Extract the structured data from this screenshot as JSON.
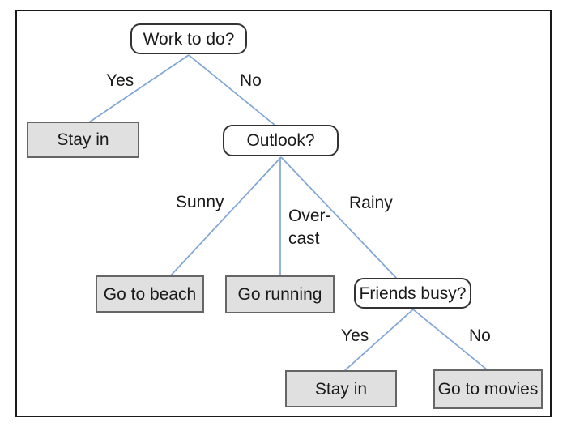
{
  "colors": {
    "edge": "#7fa5d6",
    "leaf_fill": "#e0e0e0",
    "leaf_border": "#666666",
    "decision_fill": "#ffffff",
    "decision_border": "#333333",
    "frame_border": "#1a1a1a",
    "text": "#1a1a1a",
    "background": "#ffffff"
  },
  "diagram": {
    "type": "decision-tree",
    "nodes": {
      "work_to_do": {
        "label": "Work to do?",
        "kind": "decision"
      },
      "stay_in_1": {
        "label": "Stay in",
        "kind": "leaf"
      },
      "outlook": {
        "label": "Outlook?",
        "kind": "decision"
      },
      "go_to_beach": {
        "label": "Go to beach",
        "kind": "leaf"
      },
      "go_running": {
        "label": "Go running",
        "kind": "leaf"
      },
      "friends_busy": {
        "label": "Friends busy?",
        "kind": "decision"
      },
      "stay_in_2": {
        "label": "Stay in",
        "kind": "leaf"
      },
      "go_to_movies": {
        "label": "Go to movies",
        "kind": "leaf"
      }
    },
    "edges": [
      {
        "from": "work_to_do",
        "to": "stay_in_1",
        "label": "Yes"
      },
      {
        "from": "work_to_do",
        "to": "outlook",
        "label": "No"
      },
      {
        "from": "outlook",
        "to": "go_to_beach",
        "label": "Sunny"
      },
      {
        "from": "outlook",
        "to": "go_running",
        "label": "Over-cast"
      },
      {
        "from": "outlook",
        "to": "friends_busy",
        "label": "Rainy"
      },
      {
        "from": "friends_busy",
        "to": "stay_in_2",
        "label": "Yes"
      },
      {
        "from": "friends_busy",
        "to": "go_to_movies",
        "label": "No"
      }
    ],
    "edge_labels": {
      "yes_1": "Yes",
      "no_1": "No",
      "sunny": "Sunny",
      "overcast_line_1": "Over-",
      "overcast_line_2": "cast",
      "rainy": "Rainy",
      "yes_2": "Yes",
      "no_2": "No"
    }
  }
}
